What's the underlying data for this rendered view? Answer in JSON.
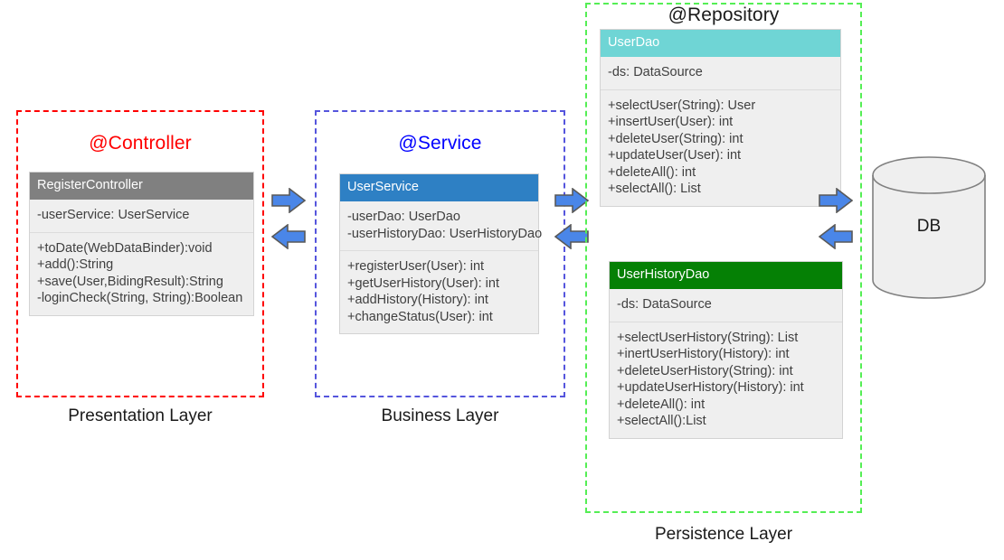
{
  "diagram": {
    "title": "Spring layered architecture class diagram",
    "colors": {
      "controller_accent": "#ff0000",
      "service_accent": "#0000ff",
      "repository_accent": "#55ee55",
      "controller_header": "#808080",
      "service_header": "#2e80c4",
      "userdao_header": "#6fd5d5",
      "userhistorydao_header": "#058005",
      "arrow_fill": "#4a86e8",
      "arrow_stroke": "#595959",
      "compartment_bg": "#efefef"
    }
  },
  "layers": [
    {
      "id": "presentation",
      "annotation": "@Controller",
      "caption": "Presentation Layer",
      "border_color": "#ff0000"
    },
    {
      "id": "business",
      "annotation": "@Service",
      "caption": "Business Layer",
      "border_color": "#5555dd"
    },
    {
      "id": "persistence",
      "annotation": "@Repository",
      "caption": "Persistence Layer",
      "border_color": "#55ee55"
    }
  ],
  "classes": {
    "register_controller": {
      "name": "RegisterController",
      "attributes": [
        "-userService: UserService"
      ],
      "operations": [
        "+toDate(WebDataBinder):void",
        "+add():String",
        "+save(User,BidingResult):String",
        "-loginCheck(String, String):Boolean"
      ]
    },
    "user_service": {
      "name": "UserService",
      "attributes": [
        "-userDao: UserDao",
        "-userHistoryDao: UserHistoryDao"
      ],
      "operations": [
        "+registerUser(User): int",
        "+getUserHistory(User): int",
        "+addHistory(History): int",
        "+changeStatus(User): int"
      ]
    },
    "user_dao": {
      "name": "UserDao",
      "attributes": [
        "-ds: DataSource"
      ],
      "operations": [
        "+selectUser(String): User",
        "+insertUser(User): int",
        "+deleteUser(String): int",
        "+updateUser(User): int",
        "+deleteAll(): int",
        "+selectAll(): List"
      ]
    },
    "user_history_dao": {
      "name": "UserHistoryDao",
      "attributes": [
        "-ds: DataSource"
      ],
      "operations": [
        "+selectUserHistory(String): List",
        "+inertUserHistory(History): int",
        "+deleteUserHistory(String): int",
        "+updateUserHistory(History): int",
        "+deleteAll(): int",
        "+selectAll():List"
      ]
    }
  },
  "database": {
    "label": "DB"
  },
  "connectors": [
    {
      "id": "controller-service",
      "forward": "arrow-right-icon",
      "backward": "arrow-left-icon"
    },
    {
      "id": "service-repository",
      "forward": "arrow-right-icon",
      "backward": "arrow-left-icon"
    },
    {
      "id": "repository-database",
      "forward": "arrow-right-icon",
      "backward": "arrow-left-icon"
    }
  ]
}
